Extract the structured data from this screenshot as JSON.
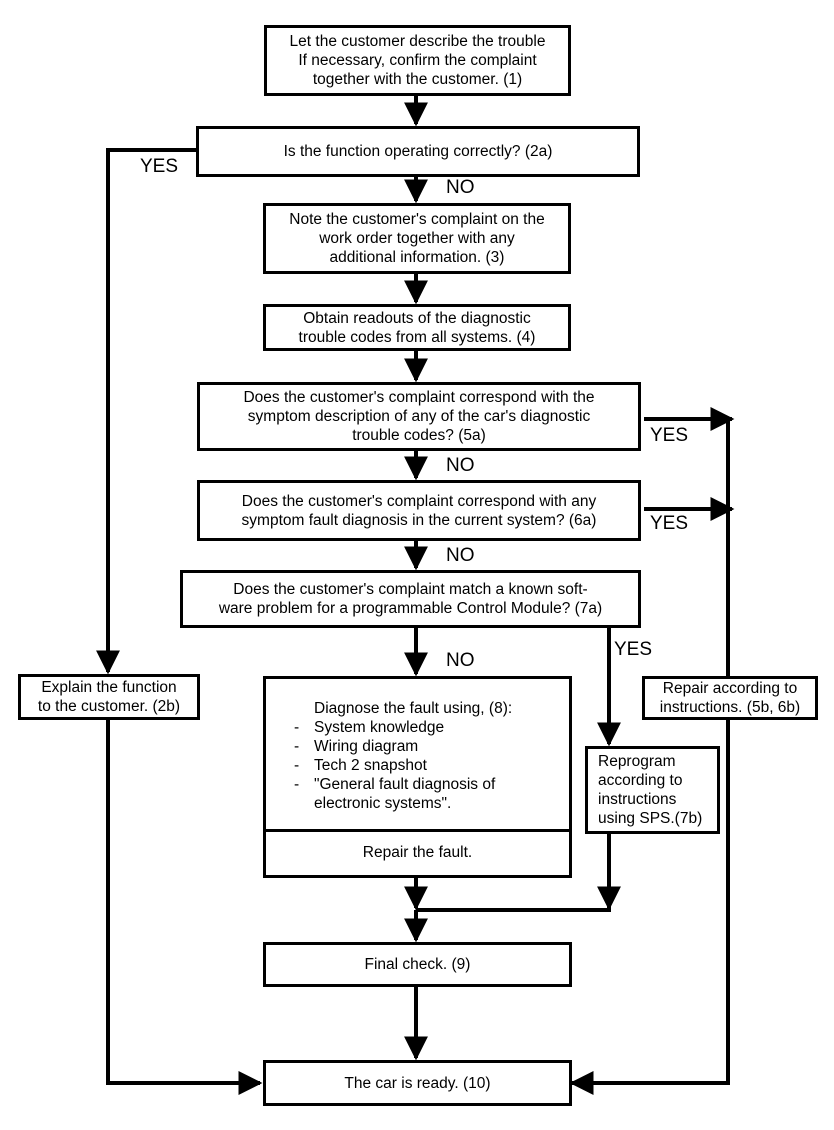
{
  "nodes": {
    "n1": {
      "lines": [
        "Let the customer describe the trouble",
        "If necessary, confirm the complaint",
        "together with the customer. (1)"
      ]
    },
    "n2a": {
      "lines": [
        "Is the function operating correctly?   (2a)"
      ]
    },
    "n3": {
      "lines": [
        "Note the customer's complaint on the",
        "work order together with any",
        "additional information.  (3)"
      ]
    },
    "n4": {
      "lines": [
        "Obtain readouts of the diagnostic",
        "trouble codes from all systems. (4)"
      ]
    },
    "n5a": {
      "lines": [
        "Does the customer's complaint correspond with the",
        "symptom description of any of the car's diagnostic",
        "trouble codes? (5a)"
      ]
    },
    "n6a": {
      "lines": [
        "Does the customer's complaint correspond with any",
        "symptom fault diagnosis in the current system? (6a)"
      ]
    },
    "n7a": {
      "lines": [
        "Does the customer's complaint match a known soft-",
        "ware problem for a programmable Control Module? (7a)"
      ]
    },
    "n2b": {
      "lines": [
        "Explain the function",
        "to the customer. (2b)"
      ]
    },
    "n8": {
      "heading": "Diagnose the fault using, (8):",
      "bullets": [
        "System knowledge",
        "Wiring diagram",
        "Tech 2 snapshot",
        "\"General fault diagnosis of electronic systems\"."
      ],
      "repair": "Repair the fault."
    },
    "n7b": {
      "lines": [
        "Reprogram",
        "according to",
        "instructions",
        "using SPS.(7b)"
      ]
    },
    "n5b": {
      "lines": [
        "Repair according to",
        "instructions. (5b, 6b)"
      ]
    },
    "n9": {
      "lines": [
        "Final check. (9)"
      ]
    },
    "n10": {
      "lines": [
        "The car is ready. (10)"
      ]
    }
  },
  "labels": {
    "yes_2a": "YES",
    "no_2a": "NO",
    "yes_5a": "YES",
    "no_5a": "NO",
    "yes_6a": "YES",
    "no_6a": "NO",
    "yes_7a": "YES",
    "no_7a": "NO"
  },
  "bullet_dash": "-"
}
